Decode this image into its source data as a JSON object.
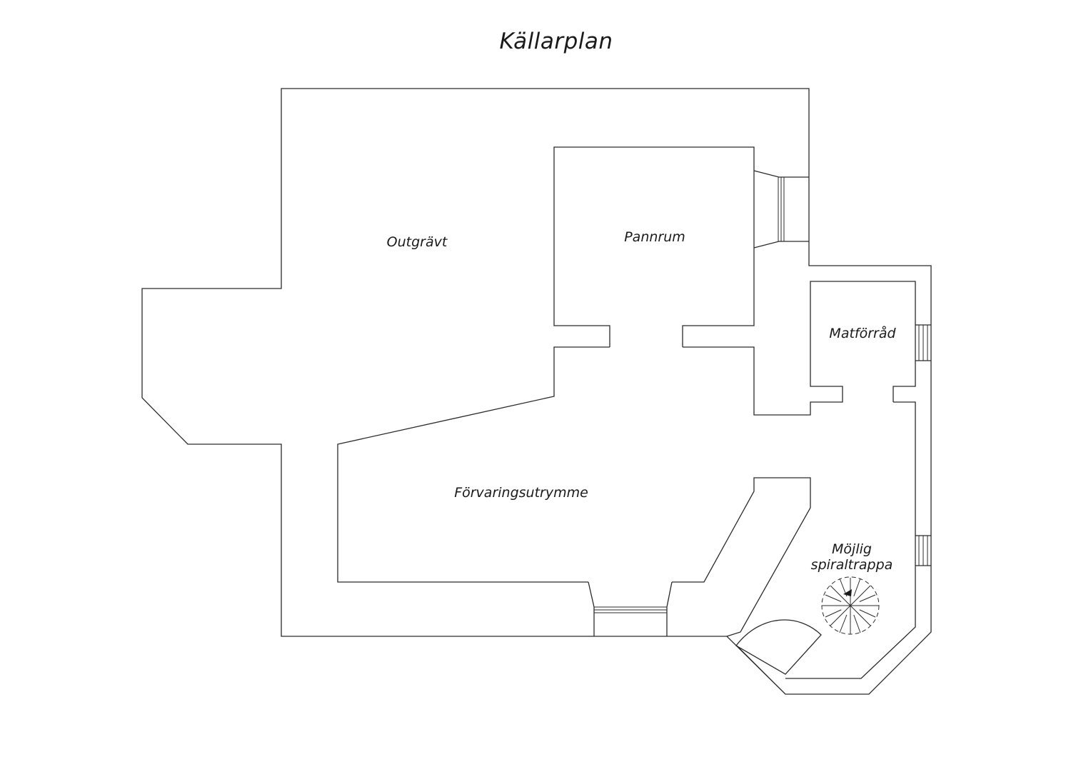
{
  "title": "Källarplan",
  "rooms": {
    "outgravt": "Outgrävt",
    "pannrum": "Pannrum",
    "matforrad": "Matförråd",
    "forvaring": "Förvaringsutrymme",
    "spiral_line1": "Möjlig",
    "spiral_line2": "spiraltrappa"
  }
}
